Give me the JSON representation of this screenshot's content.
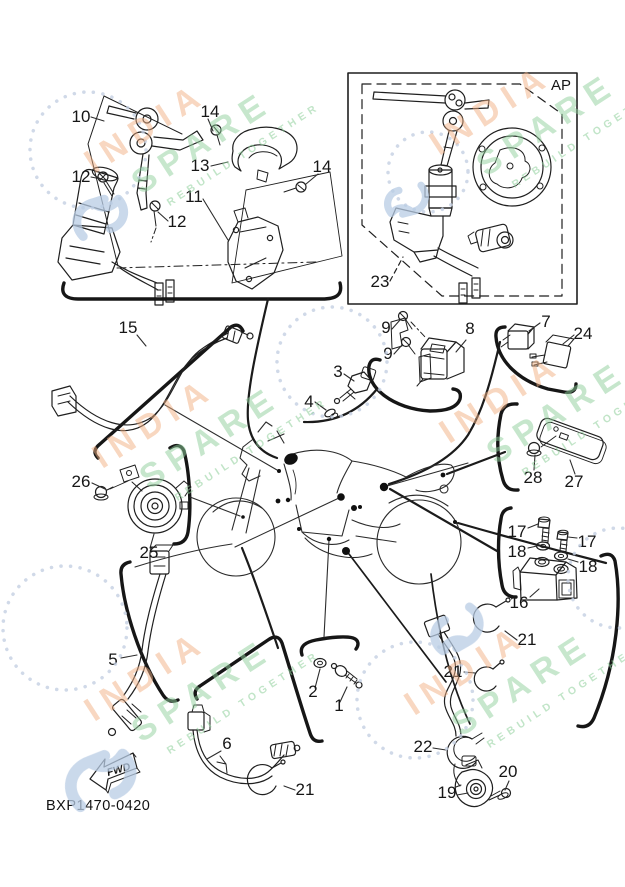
{
  "document": {
    "code": "BXP1470-0420",
    "fwd_label": "FWD"
  },
  "ap_box": {
    "label": "AP"
  },
  "watermark": {
    "line1": "INDIA",
    "line2": "SPARE",
    "line3": "REBUILD TOGETHER",
    "orange": "#f2b083",
    "green": "#8fcf9b",
    "blue": "#b9cce4"
  },
  "colors": {
    "line": "#1f1f1f",
    "background": "#ffffff"
  },
  "callouts": [
    {
      "ref": "10"
    },
    {
      "ref": "14"
    },
    {
      "ref": "13"
    },
    {
      "ref": "14"
    },
    {
      "ref": "12"
    },
    {
      "ref": "12"
    },
    {
      "ref": "11"
    },
    {
      "ref": "AP"
    },
    {
      "ref": "23"
    },
    {
      "ref": "15"
    },
    {
      "ref": "9"
    },
    {
      "ref": "9"
    },
    {
      "ref": "8"
    },
    {
      "ref": "7"
    },
    {
      "ref": "24"
    },
    {
      "ref": "3"
    },
    {
      "ref": "4"
    },
    {
      "ref": "28"
    },
    {
      "ref": "27"
    },
    {
      "ref": "26"
    },
    {
      "ref": "25"
    },
    {
      "ref": "17"
    },
    {
      "ref": "17"
    },
    {
      "ref": "18"
    },
    {
      "ref": "18"
    },
    {
      "ref": "16"
    },
    {
      "ref": "5"
    },
    {
      "ref": "2"
    },
    {
      "ref": "1"
    },
    {
      "ref": "6"
    },
    {
      "ref": "21"
    },
    {
      "ref": "21"
    },
    {
      "ref": "21"
    },
    {
      "ref": "22"
    },
    {
      "ref": "19"
    },
    {
      "ref": "20"
    }
  ]
}
